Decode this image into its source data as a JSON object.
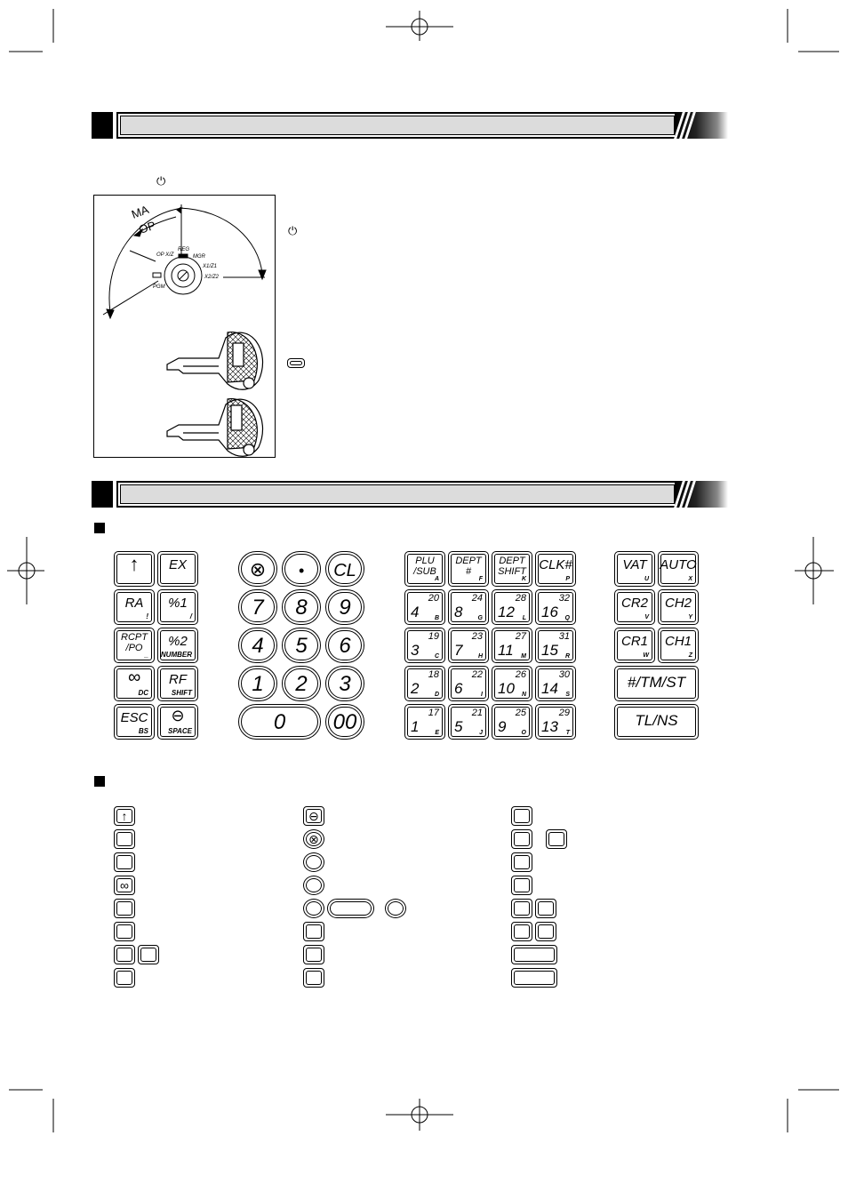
{
  "mode_key": {
    "power_symbol": "⏻",
    "arc_labels": {
      "ma": "MA",
      "op": "OP"
    },
    "positions": {
      "reg": "REG",
      "opxz": "OP X/Z",
      "mgr": "MGR",
      "x1z1": "X1/Z1",
      "x2z2": "X2/Z2",
      "pgm": "PGM"
    }
  },
  "keyboard": {
    "left_block": [
      {
        "main": "↑",
        "sub": ""
      },
      {
        "main": "EX",
        "sub": ""
      },
      {
        "main": "RA",
        "sub": "!"
      },
      {
        "main": "%1",
        "sub": "/"
      },
      {
        "main": "RCPT\n/PO",
        "sub": "_"
      },
      {
        "main": "%2",
        "sub": "NUMBER"
      },
      {
        "main": "∞",
        "sub": "DC"
      },
      {
        "main": "RF",
        "sub": "SHIFT"
      },
      {
        "main": "ESC",
        "sub": "BS"
      },
      {
        "main": "⊖",
        "sub": "SPACE"
      }
    ],
    "numpad": [
      "⊗",
      "•",
      "CL",
      "7",
      "8",
      "9",
      "4",
      "5",
      "6",
      "1",
      "2",
      "3",
      "0",
      "00"
    ],
    "dept_header": [
      {
        "main": "PLU\n/SUB",
        "sub": "A"
      },
      {
        "main": "DEPT\n#",
        "sub": "F"
      },
      {
        "main": "DEPT\nSHIFT",
        "sub": "K"
      },
      {
        "main": "CLK#",
        "sub": "P"
      }
    ],
    "dept_rows": [
      [
        {
          "alt": "20",
          "num": "4",
          "let": "B"
        },
        {
          "alt": "24",
          "num": "8",
          "let": "G"
        },
        {
          "alt": "28",
          "num": "12",
          "let": "L"
        },
        {
          "alt": "32",
          "num": "16",
          "let": "Q"
        }
      ],
      [
        {
          "alt": "19",
          "num": "3",
          "let": "C"
        },
        {
          "alt": "23",
          "num": "7",
          "let": "H"
        },
        {
          "alt": "27",
          "num": "11",
          "let": "M"
        },
        {
          "alt": "31",
          "num": "15",
          "let": "R"
        }
      ],
      [
        {
          "alt": "18",
          "num": "2",
          "let": "D"
        },
        {
          "alt": "22",
          "num": "6",
          "let": "I"
        },
        {
          "alt": "26",
          "num": "10",
          "let": "N"
        },
        {
          "alt": "30",
          "num": "14",
          "let": "S"
        }
      ],
      [
        {
          "alt": "17",
          "num": "1",
          "let": "E"
        },
        {
          "alt": "21",
          "num": "5",
          "let": "J"
        },
        {
          "alt": "25",
          "num": "9",
          "let": "O"
        },
        {
          "alt": "29",
          "num": "13",
          "let": "T"
        }
      ]
    ],
    "right_block": [
      {
        "main": "VAT",
        "sub": "U"
      },
      {
        "main": "AUTO",
        "sub": "X"
      },
      {
        "main": "CR2",
        "sub": "V"
      },
      {
        "main": "CH2",
        "sub": "Y"
      },
      {
        "main": "CR1",
        "sub": "W"
      },
      {
        "main": "CH1",
        "sub": "Z"
      },
      {
        "main": "#/TM/ST",
        "sub": ""
      },
      {
        "main": "TL/NS",
        "sub": ""
      }
    ]
  },
  "legend_icons": {
    "col1_up": "↑",
    "col1_inf": "∞",
    "col2_minus": "⊖",
    "col2_times": "⊗"
  }
}
